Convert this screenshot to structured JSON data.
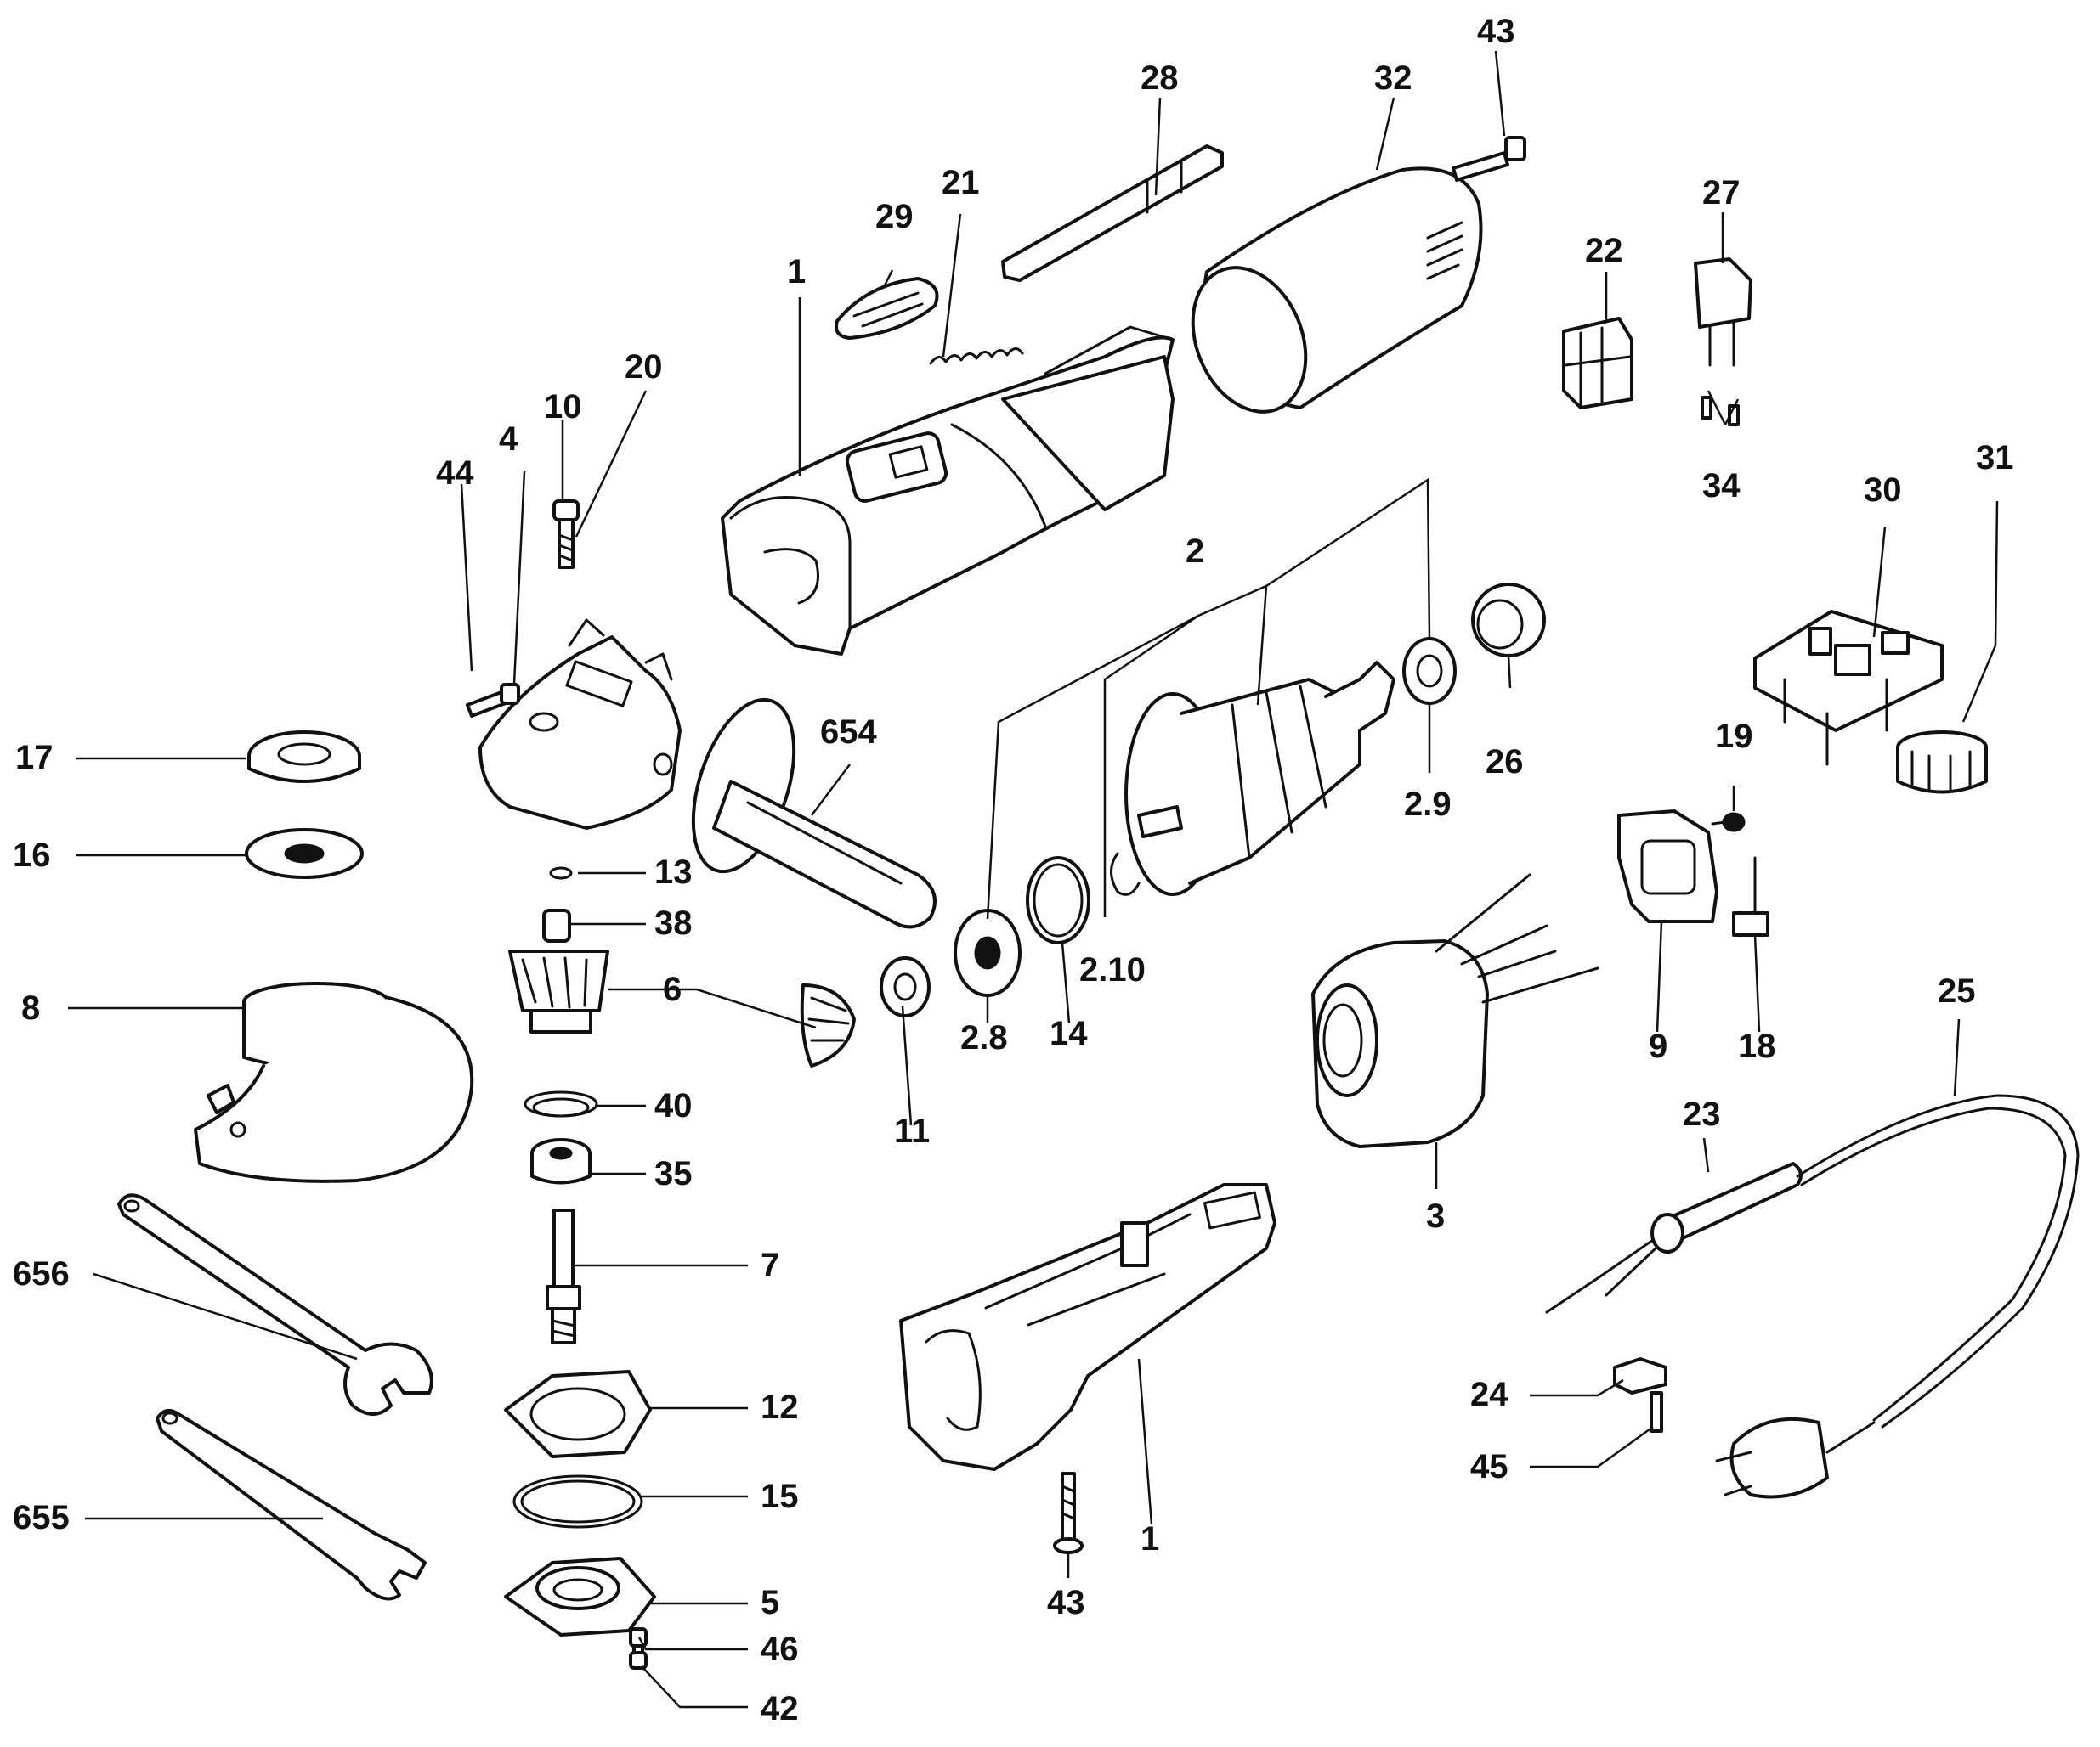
{
  "diagram": {
    "colors": {
      "ink": "#111111",
      "paper": "#ffffff"
    },
    "callouts": {
      "c1_housing": "1",
      "c1_lower": "1",
      "c2": "2",
      "c2_8": "2.8",
      "c2_9": "2.9",
      "c2_10": "2.10",
      "c3": "3",
      "c4": "4",
      "c5": "5",
      "c6": "6",
      "c7": "7",
      "c8": "8",
      "c9": "9",
      "c10": "10",
      "c11": "11",
      "c12": "12",
      "c13": "13",
      "c14": "14",
      "c15": "15",
      "c16": "16",
      "c17": "17",
      "c18": "18",
      "c19": "19",
      "c20": "20",
      "c21": "21",
      "c22": "22",
      "c23": "23",
      "c24": "24",
      "c25": "25",
      "c26": "26",
      "c27": "27",
      "c28": "28",
      "c29": "29",
      "c30": "30",
      "c31": "31",
      "c32": "32",
      "c34": "34",
      "c35": "35",
      "c38": "38",
      "c40": "40",
      "c42": "42",
      "c43_top": "43",
      "c43_bottom": "43",
      "c44": "44",
      "c45": "45",
      "c46": "46",
      "c654": "654",
      "c655": "655",
      "c656": "656"
    }
  }
}
